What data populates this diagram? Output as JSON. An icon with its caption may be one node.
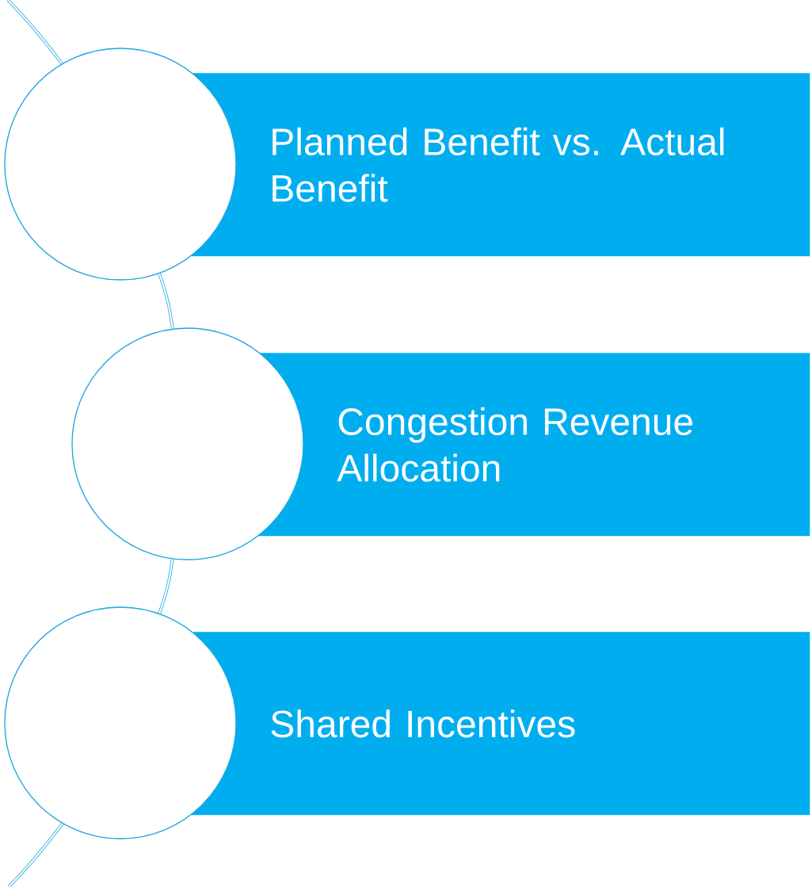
{
  "diagram": {
    "nodes": [
      {
        "text": [],
        "shape": "circle"
      },
      {
        "text": [
          "Planned Benefit vs. Actual Benefit"
        ]
      },
      {
        "text": [],
        "shape": "circle"
      },
      {
        "text": [
          "Congestion Revenue Allocation"
        ]
      },
      {
        "text": [],
        "shape": "circle"
      },
      {
        "text": [
          "Shared Incentives"
        ]
      }
    ],
    "edges": [
      {
        "from": 0,
        "to": 2,
        "arrow": "none"
      },
      {
        "from": 2,
        "to": 4,
        "arrow": "none"
      }
    ]
  }
}
